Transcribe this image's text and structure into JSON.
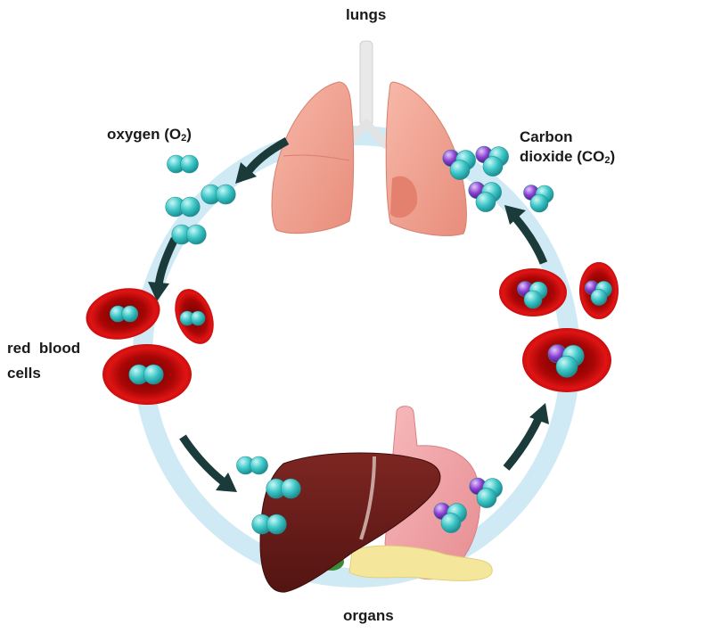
{
  "labels": {
    "lungs": "lungs",
    "oxygen_prefix": "oxygen (O",
    "oxygen_sub": "2",
    "oxygen_suffix": ")",
    "co2_line1": "Carbon",
    "co2_line2_prefix": "dioxide (CO",
    "co2_line2_sub": "2",
    "co2_line2_suffix": ")",
    "rbc_line1": "red  blood",
    "rbc_line2": "cells",
    "organs": "organs"
  },
  "colors": {
    "circulation_band": "#cfeaf5",
    "arrow": "#1b3b3a",
    "lung": "#f2a594",
    "lung_shade": "#e58a78",
    "trachea": "#e9e9e9",
    "oxygen_atom": "#3cc6c6",
    "carbon_atom": "#8a3fd0",
    "blood_cell": "#c90d0d",
    "blood_cell_inner": "#8a0000",
    "liver": "#6e1d1a",
    "stomach": "#f2a3a6",
    "pancreas": "#f4e79b",
    "gallbladder": "#3f8a3a"
  }
}
